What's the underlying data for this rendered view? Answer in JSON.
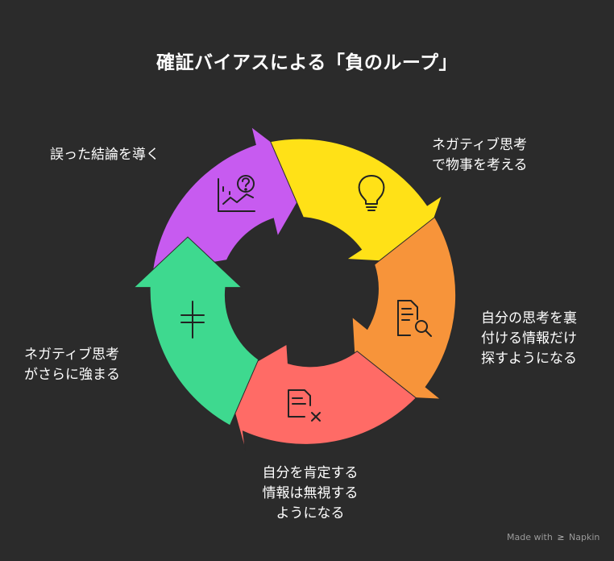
{
  "title": "確証バイアスによる「負のループ」",
  "steps": [
    {
      "id": "yellow",
      "icon": "lightbulb-icon",
      "color": "#FFE117",
      "lines": [
        "ネガティブ思考",
        "で物事を考える"
      ]
    },
    {
      "id": "orange",
      "icon": "document-search-icon",
      "color": "#F7943A",
      "lines": [
        "自分の思考を裏",
        "付ける情報だけ",
        "探すようになる"
      ]
    },
    {
      "id": "red",
      "icon": "document-reject-icon",
      "color": "#FF6B66",
      "lines": [
        "自分を肯定する",
        "情報は無視する",
        "ようになる"
      ]
    },
    {
      "id": "green",
      "icon": "balance-icon",
      "color": "#3ED98F",
      "lines": [
        "ネガティブ思考",
        "がさらに強まる"
      ]
    },
    {
      "id": "purple",
      "icon": "chart-question-icon",
      "color": "#C75BF0",
      "lines": [
        "誤った結論を導く"
      ]
    }
  ],
  "footer": {
    "prefix": "Made with",
    "brand": "Napkin"
  }
}
